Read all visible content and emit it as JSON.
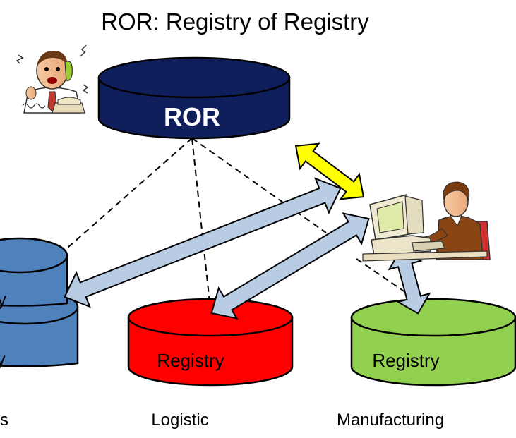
{
  "title": "ROR: Registry of Registry",
  "ror": {
    "label": "ROR",
    "color": "#0f1f5c"
  },
  "registries": [
    {
      "label": "Registry",
      "caption": "Logistic",
      "color": "#ff0000"
    },
    {
      "label": "Registry",
      "caption": "Manufacturing",
      "color": "#92d050"
    }
  ],
  "left_registry": {
    "top_label_fragment": "y",
    "bottom_label_fragment": "ry",
    "caption_fragment": "s",
    "color": "#4f81bd"
  },
  "colors": {
    "double_arrow": "#b8cce4",
    "ror_link_arrow": "#ffff00",
    "dashed_line": "#000000"
  },
  "icons": [
    "stressed-phone-man-icon",
    "computer-user-icon"
  ]
}
